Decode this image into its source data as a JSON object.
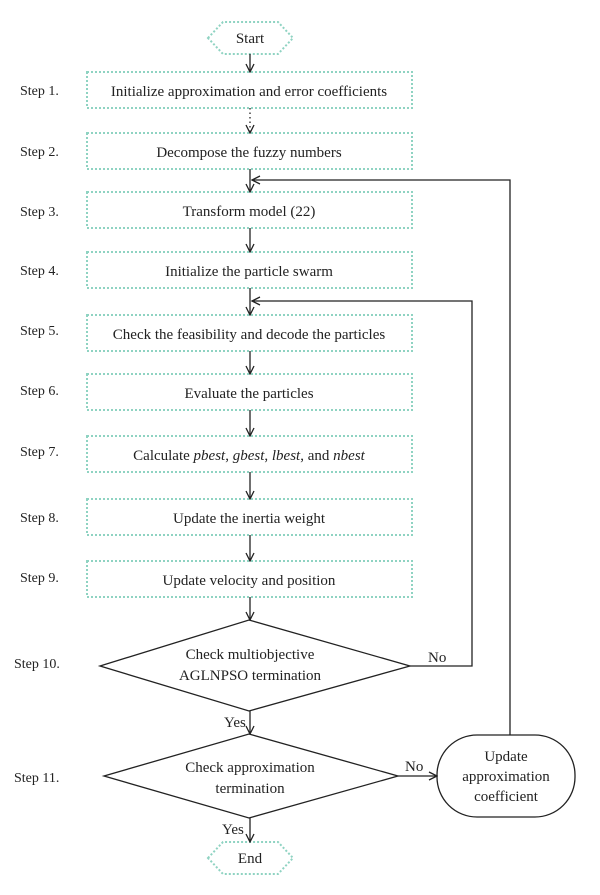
{
  "terminals": {
    "start": "Start",
    "end": "End"
  },
  "steps": [
    {
      "label": "Step 1.",
      "text": "Initialize approximation and error coefficients"
    },
    {
      "label": "Step 2.",
      "text": "Decompose the fuzzy numbers"
    },
    {
      "label": "Step 3.",
      "text": "Transform model (22)"
    },
    {
      "label": "Step 4.",
      "text": "Initialize the particle swarm"
    },
    {
      "label": "Step 5.",
      "text": "Check the feasibility and decode the particles"
    },
    {
      "label": "Step 6.",
      "text": "Evaluate the particles"
    },
    {
      "label": "Step 7.",
      "text_parts": [
        "Calculate ",
        "pbest",
        ", ",
        "gbest",
        ", ",
        "lbest",
        ", and ",
        "nbest"
      ]
    },
    {
      "label": "Step 8.",
      "text": "Update the inertia weight"
    },
    {
      "label": "Step 9.",
      "text": "Update velocity and position"
    }
  ],
  "decisions": [
    {
      "label": "Step 10.",
      "lines": [
        "Check multiobjective",
        "AGLNPSO termination"
      ],
      "no": "No",
      "yes": "Yes"
    },
    {
      "label": "Step 11.",
      "lines": [
        "Check approximation",
        "termination"
      ],
      "no": "No",
      "yes": "Yes"
    }
  ],
  "update_box": {
    "lines": [
      "Update",
      "approximation",
      "coefficient"
    ]
  },
  "colors": {
    "box_border": "#8fd3c2",
    "box_fill": "#eaf7f3",
    "line": "#222222"
  }
}
